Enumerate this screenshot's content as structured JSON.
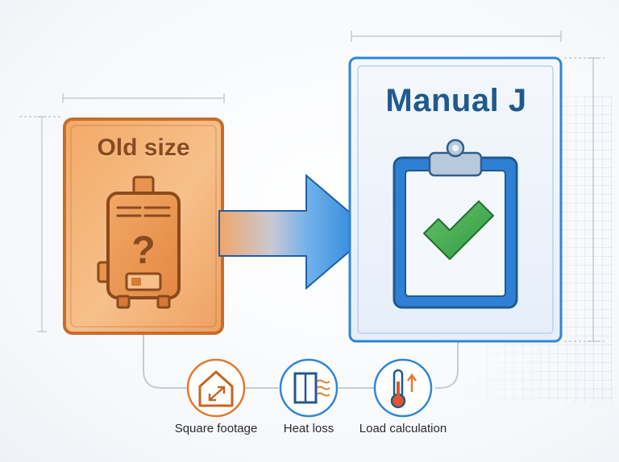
{
  "old_card": {
    "title": "Old size",
    "question_mark": "?"
  },
  "new_card": {
    "title": "Manual J"
  },
  "factors": [
    {
      "label": "Square footage",
      "icon": "house-resize-icon"
    },
    {
      "label": "Heat loss",
      "icon": "window-heat-icon"
    },
    {
      "label": "Load calculation",
      "icon": "thermometer-icon"
    }
  ],
  "colors": {
    "orange_accent": "#e07a2e",
    "orange_dark": "#8a4a1e",
    "blue_accent": "#2f86d6",
    "blue_dark": "#1f5a8f",
    "check_green": "#3aa54a"
  }
}
